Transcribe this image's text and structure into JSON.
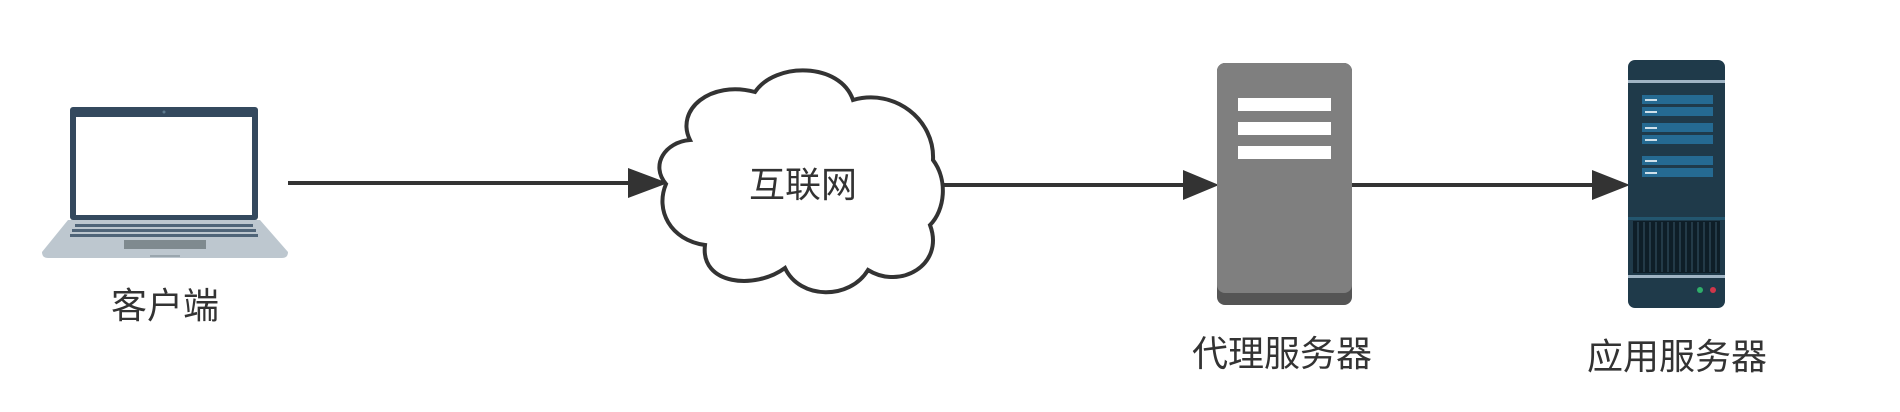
{
  "diagram": {
    "type": "flow",
    "nodes": [
      {
        "id": "client",
        "label": "客户端",
        "icon": "laptop-icon"
      },
      {
        "id": "internet",
        "label": "互联网",
        "icon": "cloud-icon"
      },
      {
        "id": "proxy",
        "label": "代理服务器",
        "icon": "server-icon"
      },
      {
        "id": "app",
        "label": "应用服务器",
        "icon": "server-rack-icon"
      }
    ],
    "edges": [
      {
        "from": "client",
        "to": "internet"
      },
      {
        "from": "internet",
        "to": "proxy"
      },
      {
        "from": "proxy",
        "to": "app"
      }
    ]
  },
  "colors": {
    "arrow": "#333333",
    "laptop_frame": "#34495e",
    "laptop_base": "#bdc7cf",
    "proxy_body": "#7f7f7f",
    "proxy_base": "#555555",
    "app_body": "#1f3a4a",
    "app_bar": "#256a92",
    "led_green": "#2fae6a",
    "led_red": "#d0364a"
  }
}
